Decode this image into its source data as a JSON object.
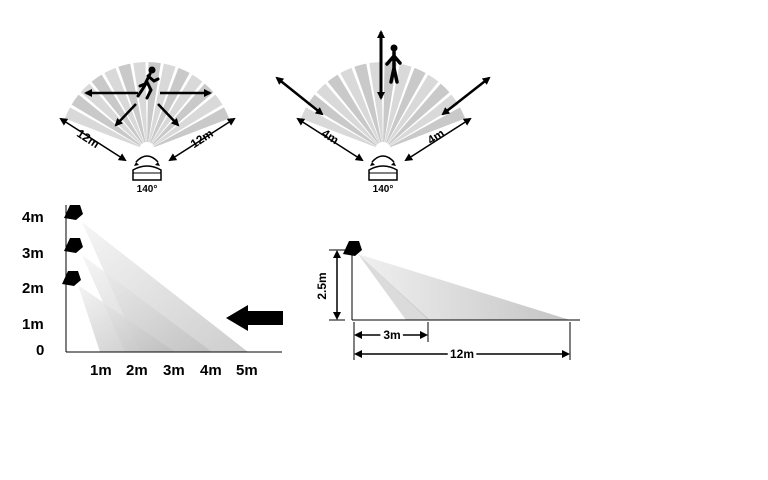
{
  "fan_left": {
    "range_left": "12m",
    "range_right": "12m",
    "angle": "140°"
  },
  "fan_right": {
    "range_left": "4m",
    "range_right": "4m",
    "angle": "140°"
  },
  "side_view_left": {
    "y_ticks": [
      "4m",
      "3m",
      "2m",
      "1m",
      "0"
    ],
    "x_ticks": [
      "1m",
      "2m",
      "3m",
      "4m",
      "5m"
    ]
  },
  "side_view_right": {
    "height": "2.5m",
    "near_distance": "3m",
    "far_distance": "12m"
  }
}
